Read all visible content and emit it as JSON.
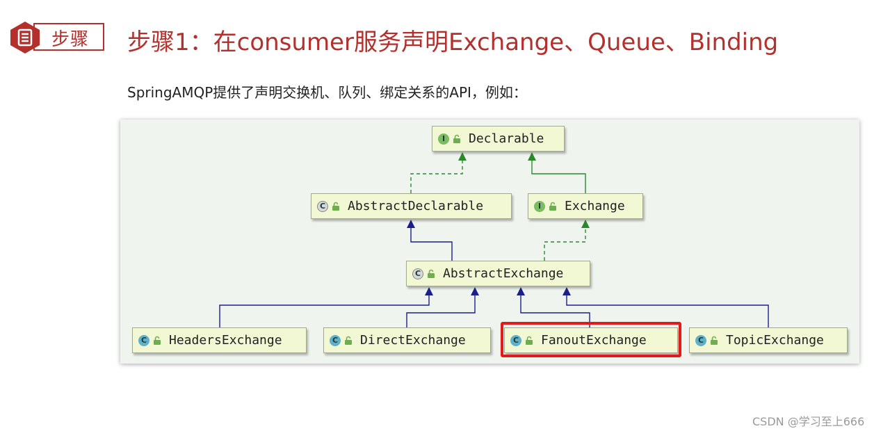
{
  "header": {
    "badge_label": "步骤",
    "title": "步骤1：在consumer服务声明Exchange、Queue、Binding",
    "subtitle": "SpringAMQP提供了声明交换机、队列、绑定关系的API，例如："
  },
  "diagram": {
    "nodes": [
      {
        "name": "Declarable",
        "kind": "interface",
        "kind_letter": "I"
      },
      {
        "name": "AbstractDeclarable",
        "kind": "abstract-class",
        "kind_letter": "C"
      },
      {
        "name": "Exchange",
        "kind": "interface",
        "kind_letter": "I"
      },
      {
        "name": "AbstractExchange",
        "kind": "abstract-class",
        "kind_letter": "C"
      },
      {
        "name": "HeadersExchange",
        "kind": "class",
        "kind_letter": "C"
      },
      {
        "name": "DirectExchange",
        "kind": "class",
        "kind_letter": "C"
      },
      {
        "name": "FanoutExchange",
        "kind": "class",
        "kind_letter": "C"
      },
      {
        "name": "TopicExchange",
        "kind": "class",
        "kind_letter": "C"
      }
    ],
    "relations": [
      {
        "from": "AbstractDeclarable",
        "to": "Declarable",
        "type": "implements"
      },
      {
        "from": "Exchange",
        "to": "Declarable",
        "type": "extends"
      },
      {
        "from": "AbstractExchange",
        "to": "AbstractDeclarable",
        "type": "extends"
      },
      {
        "from": "AbstractExchange",
        "to": "Exchange",
        "type": "implements"
      },
      {
        "from": "HeadersExchange",
        "to": "AbstractExchange",
        "type": "extends"
      },
      {
        "from": "DirectExchange",
        "to": "AbstractExchange",
        "type": "extends"
      },
      {
        "from": "FanoutExchange",
        "to": "AbstractExchange",
        "type": "extends"
      },
      {
        "from": "TopicExchange",
        "to": "AbstractExchange",
        "type": "extends"
      }
    ],
    "highlighted": "FanoutExchange",
    "colors": {
      "interface_edge": "#2a8a2a",
      "class_edge": "#1b1f8a",
      "highlight": "#e31a1a",
      "node_fill": "#f2f7d4",
      "title_red": "#b3302d"
    }
  },
  "watermark": "CSDN @学习至上666",
  "icons": {
    "badge": "document-icon",
    "visibility": "lock-icon"
  }
}
